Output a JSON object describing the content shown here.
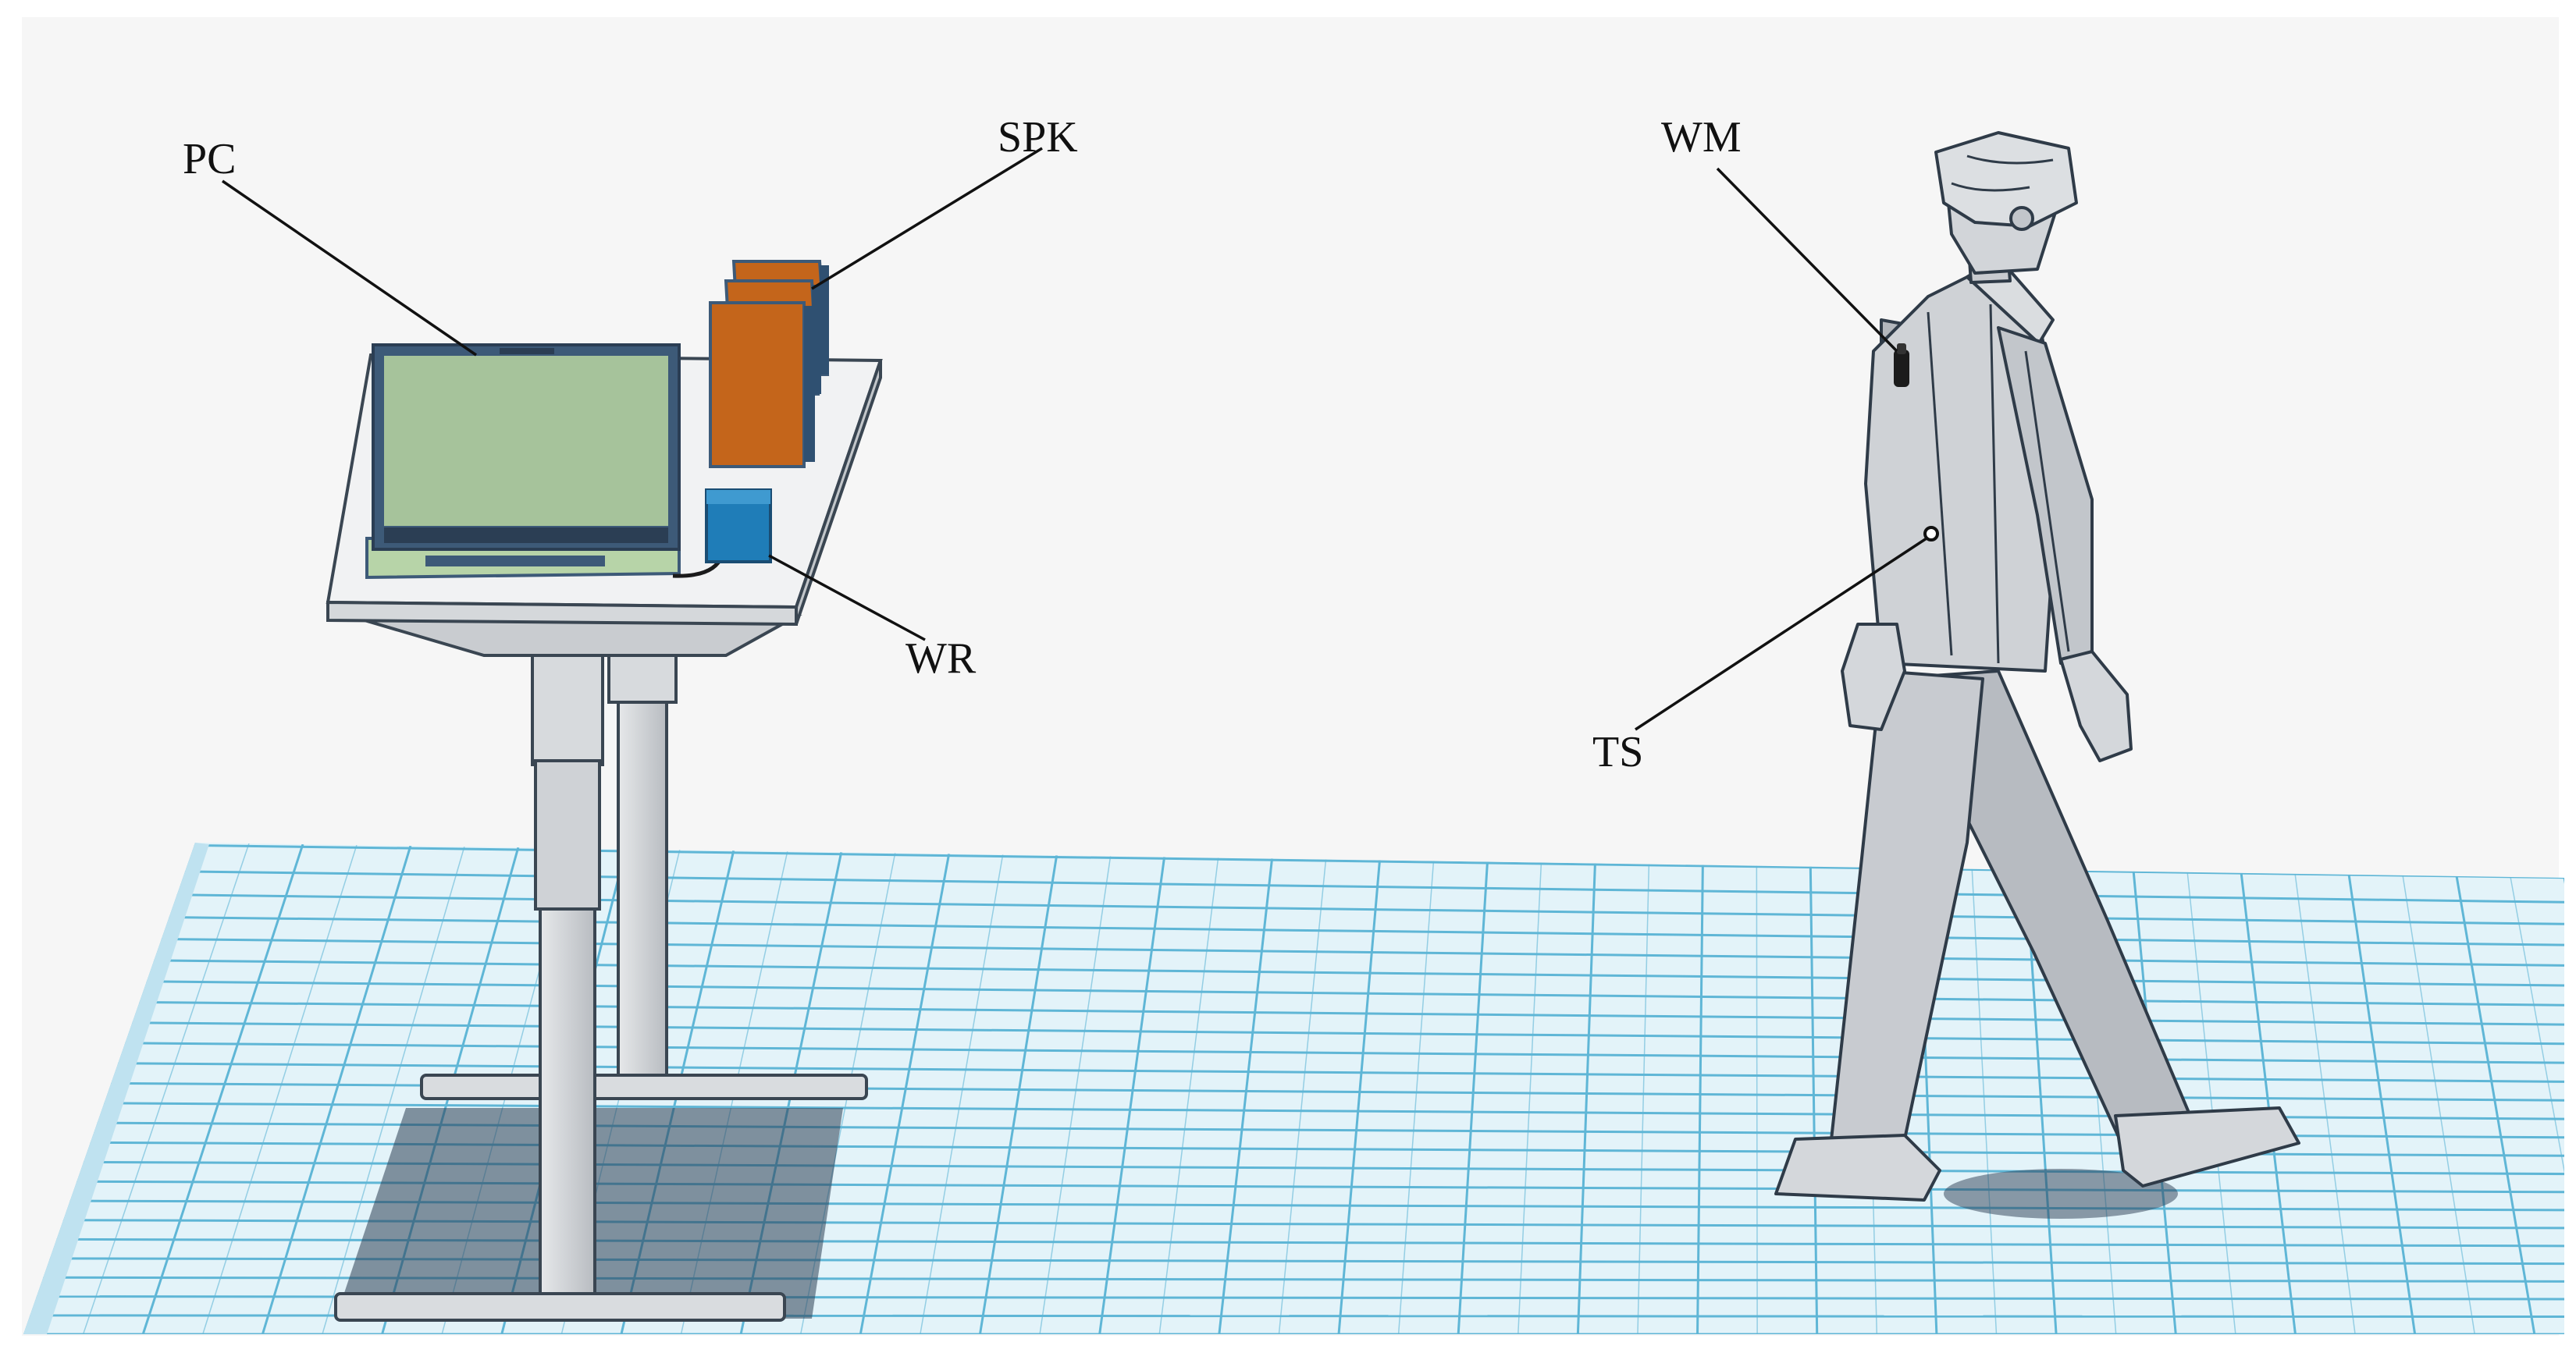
{
  "labels": {
    "pc": "PC",
    "spk": "SPK",
    "wr": "WR",
    "wm": "WM",
    "ts": "TS"
  },
  "colors": {
    "background": "#f6f6f6",
    "grid_line": "#5fb6d6",
    "grid_fill": "#dff1f8",
    "screen": "#a6c39b",
    "laptop_frame": "#3d5a78",
    "speaker": "#c4651b",
    "receiver": "#1f7db8",
    "figure": "#c8cbd0",
    "outline": "#2f3b48"
  }
}
